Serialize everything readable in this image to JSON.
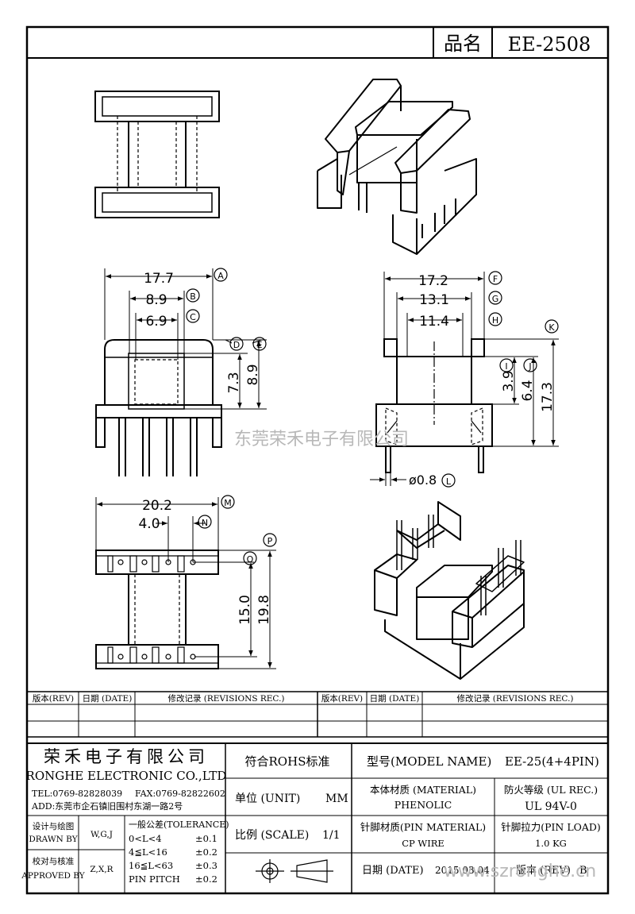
{
  "header": {
    "name_label": "品名",
    "part_number": "EE-2508"
  },
  "dimensions": {
    "front": {
      "a": "17.7",
      "b": "8.9",
      "c": "6.9",
      "d": "7.3",
      "e": "8.9",
      "la": "A",
      "lb": "B",
      "lc": "C",
      "ld": "D",
      "le": "E"
    },
    "side": {
      "f": "17.2",
      "g": "13.1",
      "h": "11.4",
      "i": "3.9",
      "j": "6.4",
      "k": "17.3",
      "l": "ø0.8",
      "lf": "F",
      "lg": "G",
      "lh": "H",
      "li": "I",
      "lj": "J",
      "lk": "K",
      "ll": "L"
    },
    "bottom": {
      "m": "20.2",
      "n": "4.0",
      "o": "15.0",
      "p": "19.8",
      "lm": "M",
      "ln": "N",
      "lo": "O",
      "lp": "P"
    }
  },
  "watermarks": {
    "center": "东莞荣禾电子有限公司",
    "bottom": "www.szronghe.cn"
  },
  "revision_table": {
    "headers": [
      "版本(REV)",
      "日期 (DATE)",
      "修改记录 (REVISIONS REC.)",
      "版本(REV)",
      "日期 (DATE)",
      "修改记录 (REVISIONS REC.)"
    ]
  },
  "company": {
    "name_cn": "荣禾电子有限公司",
    "name_en": "RONGHE ELECTRONIC CO.,LTD",
    "tel": "TEL:0769-82828039",
    "fax": "FAX:0769-82822602",
    "address": "ADD:东莞市企石镇旧围村东湖一路2号"
  },
  "signoff": {
    "designed_cn": "设计与绘图",
    "designed_en": "DRAWN BY",
    "designed_by": "W,G,J",
    "approved_cn": "校对与核准",
    "approved_en": "APPROVED BY",
    "approved_by": "Z,X,R"
  },
  "tolerance": {
    "title": "一般公差(TOLERANCE)",
    "rows": [
      {
        "range": "0<L<4",
        "value": "±0.1"
      },
      {
        "range": "4≦L<16",
        "value": "±0.2"
      },
      {
        "range": "16≦L<63",
        "value": "±0.3"
      },
      {
        "range": "PIN PITCH",
        "value": "±0.2"
      }
    ]
  },
  "info": {
    "rohs": "符合ROHS标准",
    "unit_label": "单位 (UNIT)",
    "unit_value": "MM",
    "scale_label": "比例 (SCALE)",
    "scale_value": "1/1",
    "model_label": "型号(MODEL NAME)",
    "model_value": "EE-25(4+4PIN)",
    "material_label": "本体材质 (MATERIAL)",
    "material_value": "PHENOLIC",
    "flame_label": "防火等级 (UL REC.)",
    "flame_value": "UL 94V-0",
    "pin_material_label": "针脚材质(PIN MATERIAL)",
    "pin_material_value": "CP WIRE",
    "pin_load_label": "针脚拉力(PIN LOAD)",
    "pin_load_value": "1.0 KG",
    "date_label": "日期 (DATE)",
    "date_value": "2015.03.04",
    "rev_label": "版本 (REV)",
    "rev_value": "B"
  }
}
